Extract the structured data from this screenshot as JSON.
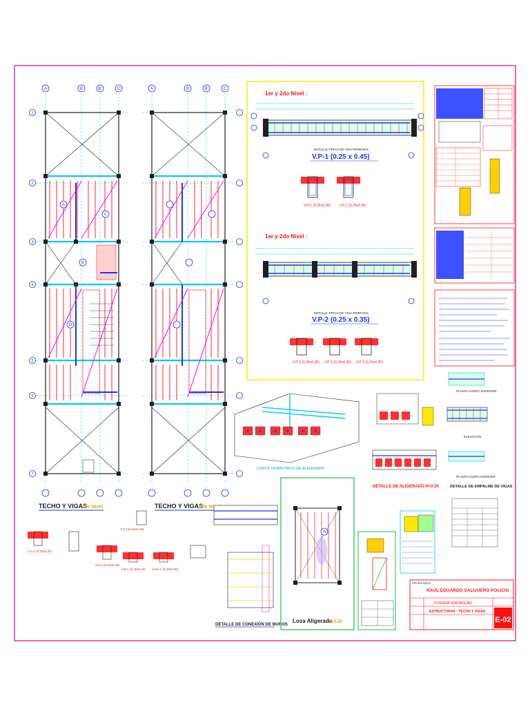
{
  "sheet": {
    "colors": {
      "frame": "#e0008a",
      "blue": "#1a33ff",
      "red": "#ff1010",
      "cyan": "#00c8ff",
      "magenta": "#ff00ff",
      "yellow": "#ffe800",
      "green": "#18c040",
      "dark": "#202020"
    }
  },
  "plans": {
    "grid_top": [
      "A",
      "B",
      "B'",
      "C"
    ],
    "grid_side": [
      "1",
      "2",
      "3",
      "4",
      "5",
      "6",
      "7"
    ],
    "left_title": "TECHO Y VIGAS",
    "left_subtitle": "1er Nivel",
    "right_title": "TECHO Y VIGAS",
    "right_subtitle": "2do Nivel",
    "slab_marks": [
      "A",
      "B",
      "C",
      "D"
    ]
  },
  "beams": {
    "panel_heading_1": "1er y 2do Nivel :",
    "vp1_caption": "DETALLE TIPICO DE VIGA PRINCIPAL",
    "vp1_title": "V.P-1 (0.25 x 0.45)",
    "vp1_sec_a": "V.P-1 (0.25x0.45)",
    "vp1_sec_b": "V.P-1 (0.25x0.45)",
    "panel_heading_2": "1er y 2do Nivel :",
    "vp2_caption": "DETALLE TIPICO DE VIGA PRINCIPAL",
    "vp2_title": "V.P-2 (0.25 x 0.35)",
    "vp2_sec_a": "V.P-2 (0.25x0.35)",
    "vp2_sec_b": "V.P-2 (0.25x0.35)",
    "vp2_sec_c": "V.P-2 (0.25x0.35)"
  },
  "details": {
    "isometric_caption": "CORTE ISOMETRICO DE ALIGERADO",
    "aligerado_caption": "DETALLE DE ALIGERADO H=0.20",
    "empalme_caption": "DETALLE DE EMPALME DE VIGAS",
    "plan_sup": "PLANTA ACERO SUPERIOR",
    "elevacion": "ELEVACION",
    "plan_inf": "PLANTA ACERO INFERIOR",
    "muros_caption": "DETALLE DE CONEXIÓN DE MUROS",
    "losa_caption": "Losa Aligerada",
    "losa_sub": "H=0.20",
    "bottom_secs": [
      "V.A-1 (0.25x0.20)",
      "V.S-1 (0.15x0.20)",
      "V.B-1 (0.25x0.20)",
      "V.CH-1 (0.15x0.20)",
      "V.T-1 (0.15x0.20)"
    ]
  },
  "titleblock": {
    "owner_label": "PROPIETARIO:",
    "owner": "RAÚL EDUARDO SALGUERO POLICIO",
    "project": "VIVIENDA UNIFAMILIAR",
    "plan": "ESTRUCTURAS : TECHO Y VIGAS",
    "sheet_number": "E-02"
  }
}
